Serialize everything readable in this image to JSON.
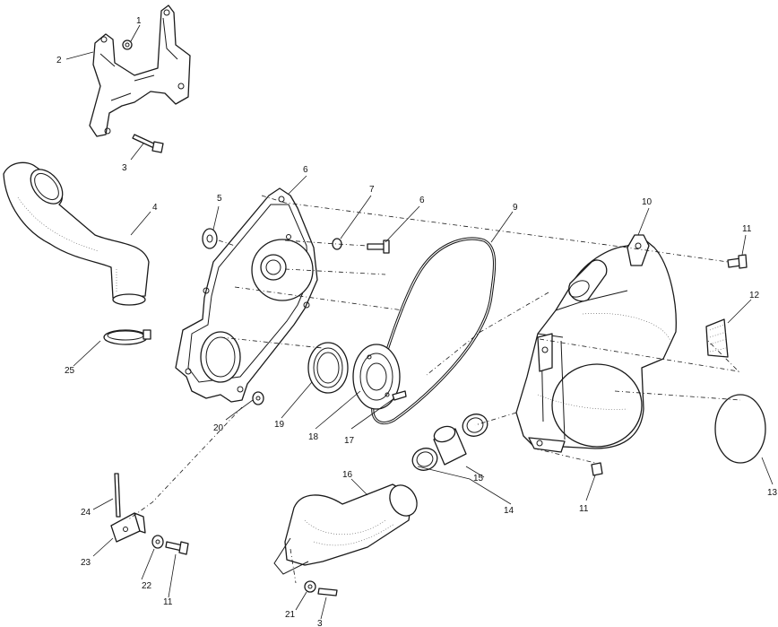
{
  "callouts": [
    {
      "id": "c1",
      "text": "1"
    },
    {
      "id": "c2",
      "text": "2"
    },
    {
      "id": "c3a",
      "text": "3"
    },
    {
      "id": "c4",
      "text": "4"
    },
    {
      "id": "c5",
      "text": "5"
    },
    {
      "id": "c6a",
      "text": "6"
    },
    {
      "id": "c7",
      "text": "7"
    },
    {
      "id": "c6b",
      "text": "6"
    },
    {
      "id": "c9",
      "text": "9"
    },
    {
      "id": "c10",
      "text": "10"
    },
    {
      "id": "c11a",
      "text": "11"
    },
    {
      "id": "c12",
      "text": "12"
    },
    {
      "id": "c13",
      "text": "13"
    },
    {
      "id": "c11b",
      "text": "11"
    },
    {
      "id": "c14",
      "text": "14"
    },
    {
      "id": "c15",
      "text": "15"
    },
    {
      "id": "c16",
      "text": "16"
    },
    {
      "id": "c17",
      "text": "17"
    },
    {
      "id": "c18",
      "text": "18"
    },
    {
      "id": "c19",
      "text": "19"
    },
    {
      "id": "c20",
      "text": "20"
    },
    {
      "id": "c25",
      "text": "25"
    },
    {
      "id": "c24",
      "text": "24"
    },
    {
      "id": "c23",
      "text": "23"
    },
    {
      "id": "c22",
      "text": "22"
    },
    {
      "id": "c11c",
      "text": "11"
    },
    {
      "id": "c21",
      "text": "21"
    },
    {
      "id": "c3b",
      "text": "3"
    }
  ]
}
